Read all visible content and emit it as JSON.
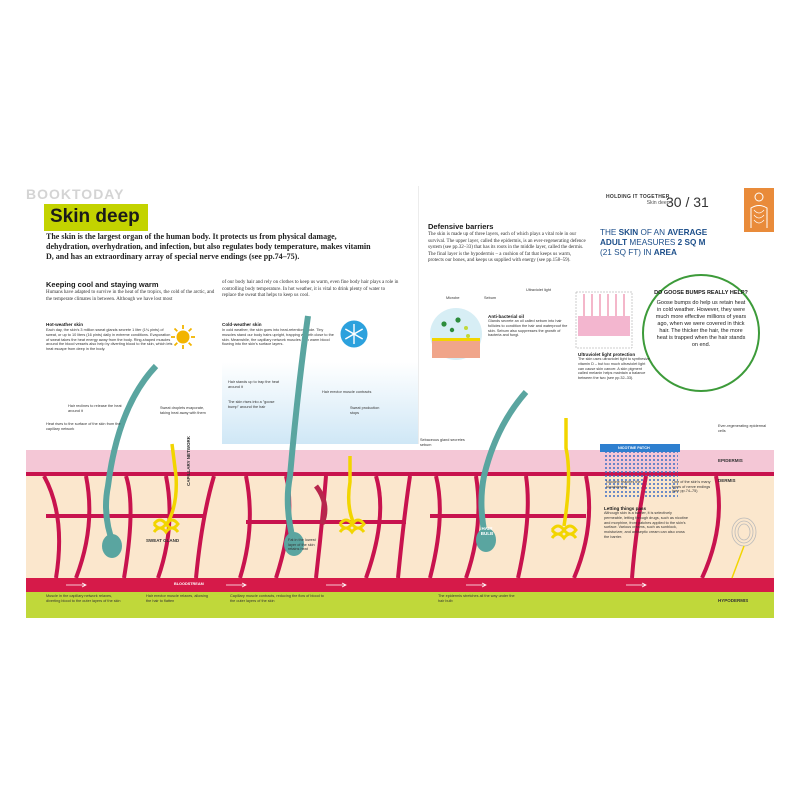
{
  "watermark": "BOOKTODAY",
  "header": {
    "series_title": "HOLDING IT TOGETHER",
    "section": "Skin deep",
    "pages": "30 / 31"
  },
  "title": "Skin deep",
  "intro": "The skin is the largest organ of the human body. It protects us from physical damage, dehydration, overhydration, and infection, but also regulates body temperature, makes vitamin D, and has an extraordinary array of special nerve endings (see pp.74–75).",
  "keeping_cool": {
    "heading": "Keeping cool and staying warm",
    "col1": "Humans have adapted to survive in the heat of the tropics, the cold of the arctic, and the temperate climates in between. Although we have lost most",
    "col2": "of our body hair and rely on clothes to keep us warm, even fine body hair plays a role in controlling body temperature. In hot weather, it is vital to drink plenty of water to replace the sweat that helps to keep us cool."
  },
  "hot_weather": {
    "heading": "Hot-weather skin",
    "text": "Each day, the skin's 3 million sweat glands secrete 1 liter (1¾ pints) of sweat, or up to 10 liters (16 pints) daily in extreme conditions. Evaporation of sweat takes the heat energy away from the body. Ring-shaped muscles around the blood vessels also help by diverting blood to the skin, which lets heat escape from deep in the body."
  },
  "cold_weather": {
    "heading": "Cold-weather skin",
    "text": "In cold weather, the skin goes into heat-retention mode. Tiny muscles stand our body hairs upright, trapping warmth close to the skin. Meanwhile, the capillary network muscles stop warm blood flowing into the skin's surface layers."
  },
  "defensive": {
    "heading": "Defensive barriers",
    "text": "The skin is made up of three layers, each of which plays a vital role in our survival. The upper layer, called the epidermis, is an ever-regenerating defence system (see pp.32–33) that has its roots in the middle layer, called the dermis. The final layer is the hypodermis – a cushion of fat that keeps us warm, protects our bones, and keeps us supplied with energy (see pp.158–59)."
  },
  "fact": {
    "pre": "THE ",
    "bold1": "SKIN",
    "mid1": " OF AN ",
    "bold2": "AVERAGE ADULT",
    "mid2": " MEASURES ",
    "bold3": "2 SQ M",
    "mid3": " (21 SQ FT) IN ",
    "bold4": "AREA"
  },
  "goose": {
    "question": "DO GOOSE BUMPS REALLY HELP?",
    "answer": "Goose bumps do help us retain heat in cold weather. However, they were much more effective millions of years ago, when we were covered in thick hair. The thicker the hair, the more heat is trapped when the hair stands on end."
  },
  "antibacterial": {
    "heading": "Anti-bacterial oil",
    "text": "Glands secrete an oil called sebum into hair follicles to condition the hair and waterproof the skin. Sebum also suppresses the growth of bacteria and fungi."
  },
  "uv": {
    "heading": "Ultraviolet light protection",
    "text": "The skin uses ultraviolet light to synthesize vitamin D – but too much ultraviolet light can cause skin cancer. A skin pigment called melanin helps maintain a balance between the two (see pp.32–33)."
  },
  "letting": {
    "heading": "Letting things pass",
    "text": "Although skin is a barrier, it is selectively permeable, letting through drugs, such as nicotine and morphine, from patches applied to the skin's surface. Various creams, such as sunblock, moisturizer, and antiseptic cream can also cross the barrier."
  },
  "labels": {
    "microbe": "Microbe",
    "sebum": "Sebum",
    "uv_light": "Ultraviolet light",
    "hair_recline": "Hair reclines to release the heat around it",
    "heat_rises": "Heat rises to the surface of the skin from the capillary network",
    "sweat_droplets": "Sweat droplets evaporate, taking heat away with them",
    "hair_stands": "Hair stands up to trap the heat around it",
    "goose_bump": "The skin rises into a \"goose bump\" around the hair",
    "erector_contracts": "Hair erector muscle contracts",
    "sweat_stops": "Sweat production stops",
    "sebaceous": "Sebaceous gland secretes sebum",
    "nicotine_patch": "NICOTINE PATCH",
    "nicotine_reaches": "Nicotine reaches the bloodstream",
    "nerve_endings": "One of the skin's many types of nerve endings (see pp.74–75)",
    "regenerating": "Ever-regenerating epidermal cells",
    "epidermis": "EPIDERMIS",
    "dermis": "DERMIS",
    "hypodermis": "HYPODERMIS",
    "capillary_network": "CAPILLARY NETWORK",
    "sweat_gland": "SWEAT GLAND",
    "hair_bulb": "HAIR BULB",
    "bloodstream": "BLOODSTREAM",
    "fat_lowest": "Fat in the lowest layer of the skin retains heat",
    "muscle_relaxes": "Muscle in the capillary network relaxes, diverting blood to the outer layers of the skin",
    "erector_relaxes": "Hair erector muscle relaxes, allowing the hair to flatten",
    "capillary_contracts": "Capillary muscle contracts, reducing the flow of blood to the outer layers of the skin",
    "epidermis_stretches": "The epidermis stretches all the way under the hair bulb"
  },
  "colors": {
    "title_bg": "#c3d300",
    "epidermis": "#f4c7d6",
    "dermis": "#fbe7cd",
    "blood": "#d61a49",
    "hypodermis": "#c0d83a",
    "hair": "#5aa5a0",
    "sweat": "#f2d500",
    "fact_blue": "#1d4f8a",
    "goose_green": "#3d9b3a"
  }
}
